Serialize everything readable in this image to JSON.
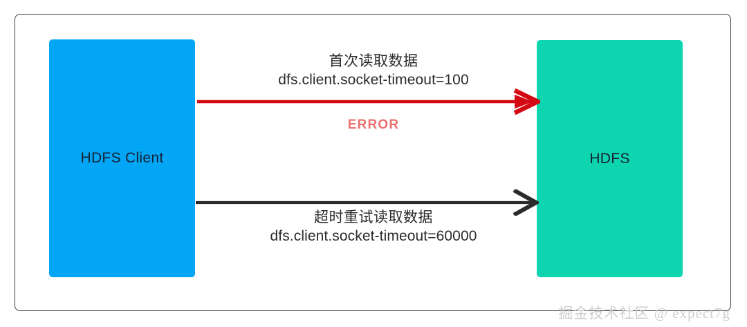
{
  "diagram": {
    "title": "HDFS client socket timeout retry flow",
    "background_color": "#ffffff",
    "frame_border_color": "#3b3b3b"
  },
  "nodes": [
    {
      "id": "hdfs-client",
      "label": "HDFS Client",
      "color": "#03A6F5",
      "text_color": "#152033"
    },
    {
      "id": "hdfs",
      "label": "HDFS",
      "color": "#0ED4B0",
      "text_color": "#152033"
    }
  ],
  "flows": [
    {
      "id": "first-read",
      "direction": "client-to-hdfs",
      "arrow_color": "#D40812",
      "label_line1": "首次读取数据",
      "label_line2": "dfs.client.socket-timeout=100",
      "status": "ERROR",
      "status_color": "#E8716D"
    },
    {
      "id": "timeout-retry",
      "direction": "client-to-hdfs",
      "arrow_color": "#2b2b2b",
      "label_line1": "超时重试读取数据",
      "label_line2": "dfs.client.socket-timeout=60000"
    }
  ],
  "watermark": {
    "text": "掘金技术社区 @ expect7g",
    "color": "#cfcfcf"
  }
}
